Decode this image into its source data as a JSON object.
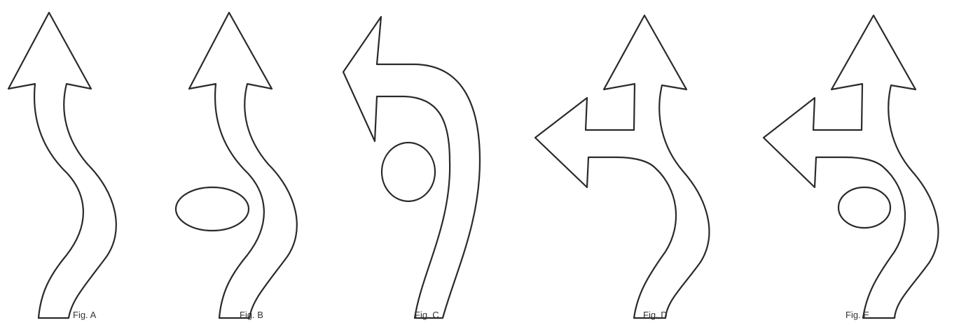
{
  "figures": [
    {
      "id": "A",
      "label": "Fig. A",
      "shape": "arrow-curve-up",
      "marker": "none"
    },
    {
      "id": "B",
      "label": "Fig. B",
      "shape": "arrow-curve-up",
      "marker": "ellipse"
    },
    {
      "id": "C",
      "label": "Fig. C",
      "shape": "arrow-u-turn-left",
      "marker": "circle"
    },
    {
      "id": "D",
      "label": "Fig. D",
      "shape": "arrow-up-and-left",
      "marker": "none"
    },
    {
      "id": "E",
      "label": "Fig. E",
      "shape": "arrow-up-and-left",
      "marker": "ellipse"
    }
  ],
  "colors": {
    "stroke": "#2a2a2a",
    "background": "#ffffff",
    "text": "#333333"
  }
}
